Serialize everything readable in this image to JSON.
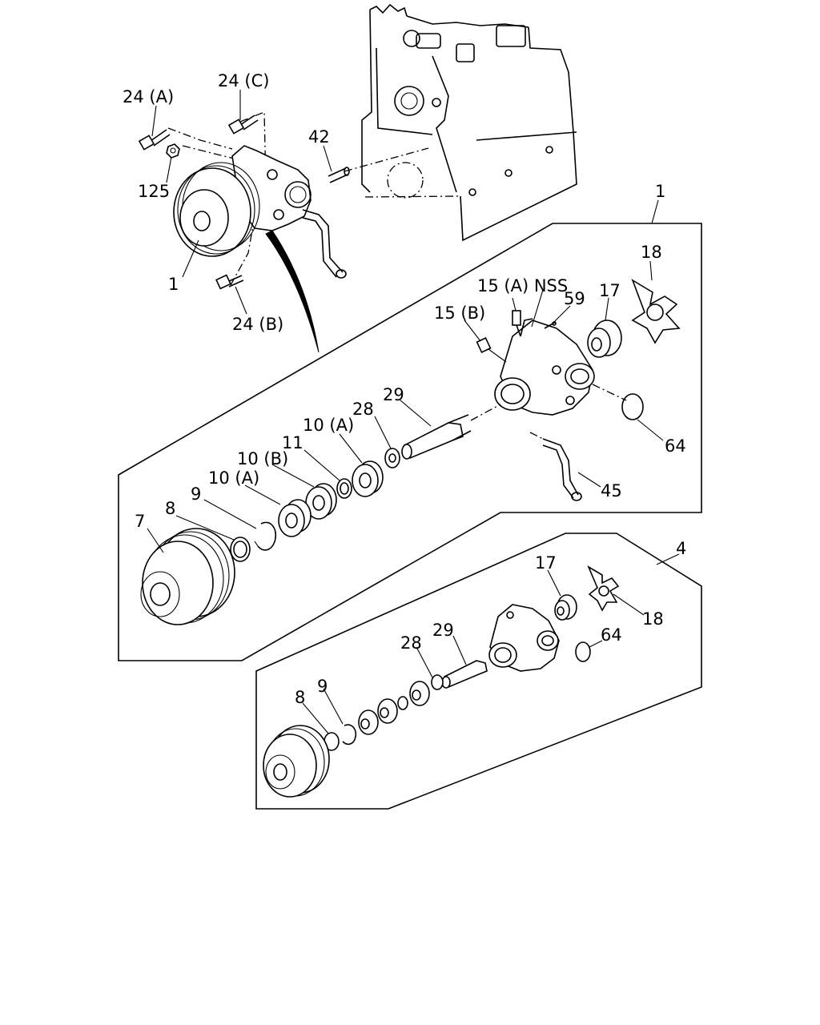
{
  "callouts": {
    "c24a": "24 (A)",
    "c24c": "24 (C)",
    "c42": "42",
    "c125": "125",
    "c1_assy": "1",
    "c24b": "24 (B)",
    "c1_box": "1",
    "c18_top": "18",
    "c15a_nss": "15 (A) NSS",
    "c59": "59",
    "c17_top": "17",
    "c15b": "15 (B)",
    "c29_top": "29",
    "c28_top": "28",
    "c10a_inner": "10 (A)",
    "c11": "11",
    "c10b": "10 (B)",
    "c10a_outer": "10 (A)",
    "c9_top": "9",
    "c8_top": "8",
    "c7": "7",
    "c64_top": "64",
    "c45": "45",
    "c4_box": "4",
    "c17_bot": "17",
    "c18_bot": "18",
    "c29_bot": "29",
    "c28_bot": "28",
    "c64_bot": "64",
    "c9_bot": "9",
    "c8_bot": "8"
  }
}
